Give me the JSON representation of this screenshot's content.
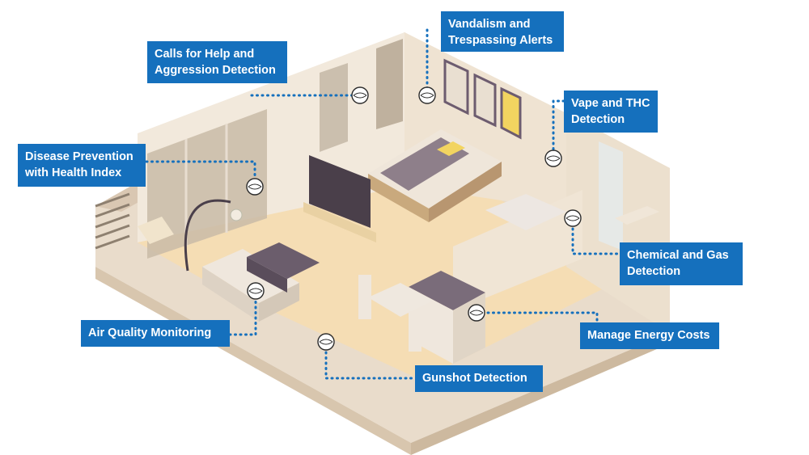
{
  "title": "Smart apartment sensor coverage",
  "colors": {
    "label_bg": "#1570bd",
    "label_text": "#ffffff",
    "connector": "#1570bd",
    "wall": "#f1e6d7",
    "floor": "#f6dcb0"
  },
  "features": [
    {
      "id": "vandalism",
      "line1": "Vandalism and",
      "line2": "Trespassing Alerts"
    },
    {
      "id": "calls",
      "line1": "Calls for Help and",
      "line2": "Aggression Detection"
    },
    {
      "id": "vape",
      "line1": "Vape and THC",
      "line2": "Detection"
    },
    {
      "id": "disease",
      "line1": "Disease Prevention",
      "line2": "with Health Index"
    },
    {
      "id": "chemical",
      "line1": "Chemical and Gas",
      "line2": "Detection"
    },
    {
      "id": "energy",
      "line1": "Manage Energy Costs",
      "line2": ""
    },
    {
      "id": "air",
      "line1": "Air Quality Monitoring",
      "line2": ""
    },
    {
      "id": "gunshot",
      "line1": "Gunshot Detection",
      "line2": ""
    }
  ],
  "sensor_icon": "sensor-icon"
}
